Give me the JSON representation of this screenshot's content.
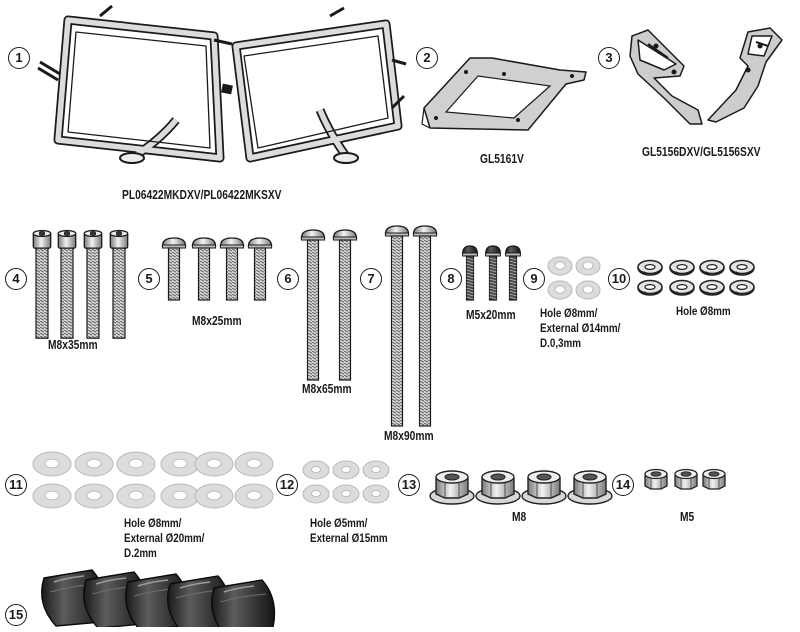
{
  "items": [
    {
      "number": "1",
      "label": "PL06422MKDXV/PL06422MKSXV"
    },
    {
      "number": "2",
      "label": "GL5161V"
    },
    {
      "number": "3",
      "label": "GL5156DXV/GL5156SXV"
    },
    {
      "number": "4",
      "label": "M8x35mm"
    },
    {
      "number": "5",
      "label": "M8x25mm"
    },
    {
      "number": "6",
      "label": "M8x65mm"
    },
    {
      "number": "7",
      "label": "M8x90mm"
    },
    {
      "number": "8",
      "label": "M5x20mm"
    },
    {
      "number": "9",
      "label": "Hole Ø8mm/\nExternal Ø14mm/\nD.0,3mm"
    },
    {
      "number": "10",
      "label": "Hole Ø8mm"
    },
    {
      "number": "11",
      "label": "Hole Ø8mm/\nExternal Ø20mm/\nD.2mm"
    },
    {
      "number": "12",
      "label": "Hole Ø5mm/\nExternal Ø15mm"
    },
    {
      "number": "13",
      "label": "M8"
    },
    {
      "number": "14",
      "label": "M5"
    },
    {
      "number": "15",
      "label": ""
    }
  ]
}
